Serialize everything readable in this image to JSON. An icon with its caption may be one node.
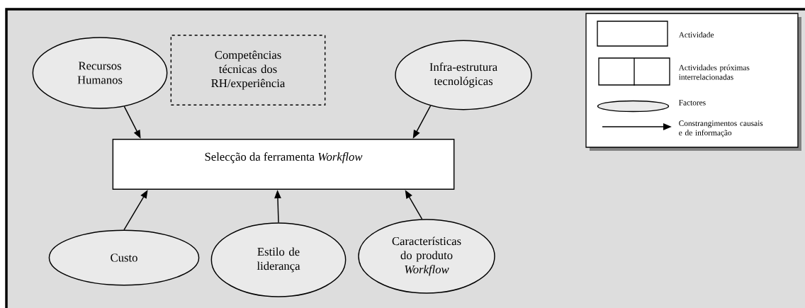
{
  "diagram": {
    "nodes": [
      {
        "text": [
          "Recursos Humanos"
        ]
      },
      {
        "text": [
          "Competências técnicas dos RH/experiência"
        ]
      },
      {
        "text": [
          "Infra-estrutura tecnológicas"
        ]
      },
      {
        "text": [
          "Selecção da ferramenta *Workflow*"
        ]
      },
      {
        "text": [
          "Custo"
        ]
      },
      {
        "text": [
          "Estilo de liderança"
        ]
      },
      {
        "text": [
          "Características do produto *Workflow*"
        ]
      }
    ],
    "edges": [
      {
        "from": 0,
        "to": 3,
        "arrow": "to"
      },
      {
        "from": 2,
        "to": 3,
        "arrow": "to"
      },
      {
        "from": 4,
        "to": 3,
        "arrow": "to"
      },
      {
        "from": 5,
        "to": 3,
        "arrow": "to"
      },
      {
        "from": 6,
        "to": 3,
        "arrow": "to"
      }
    ],
    "legend": [
      {
        "text": "Actividade"
      },
      {
        "text": "Actividades próximas interrelacionadas"
      },
      {
        "text": "Factores"
      },
      {
        "text": "Constrangimentos causais e de informação"
      }
    ]
  }
}
